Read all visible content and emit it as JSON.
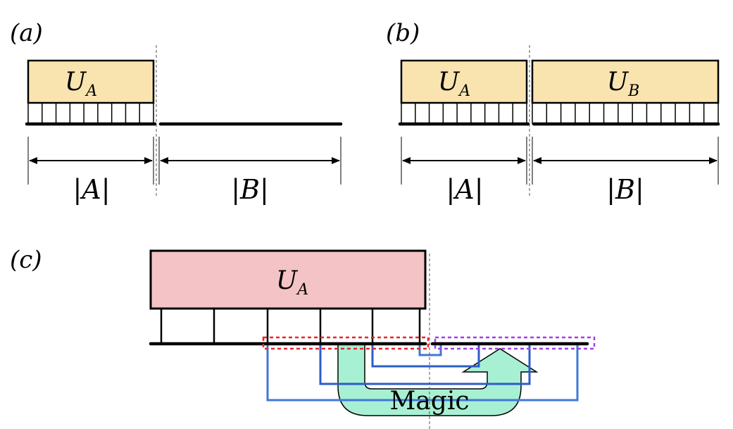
{
  "panels": {
    "a": {
      "label": "(a)",
      "unitary": {
        "letter": "U",
        "subscript": "A"
      },
      "dim_left": "|A|",
      "dim_right": "|B|"
    },
    "b": {
      "label": "(b)",
      "unitary_a": {
        "letter": "U",
        "subscript": "A"
      },
      "unitary_b": {
        "letter": "U",
        "subscript": "B"
      },
      "dim_left": "|A|",
      "dim_right": "|B|"
    },
    "c": {
      "label": "(c)",
      "unitary": {
        "letter": "U",
        "subscript": "A"
      },
      "arrow_label": "Magic"
    }
  },
  "colors": {
    "unitary_a_fill": "#f9e4b0",
    "unitary_c_fill": "#f3c3c5",
    "magic_arrow_fill": "#a8f0d4",
    "wire_blue": "#3f78d6",
    "wire_dark_blue": "#2b5cc9",
    "dotted_red": "#e8262c",
    "dotted_purple": "#a23fe6"
  }
}
